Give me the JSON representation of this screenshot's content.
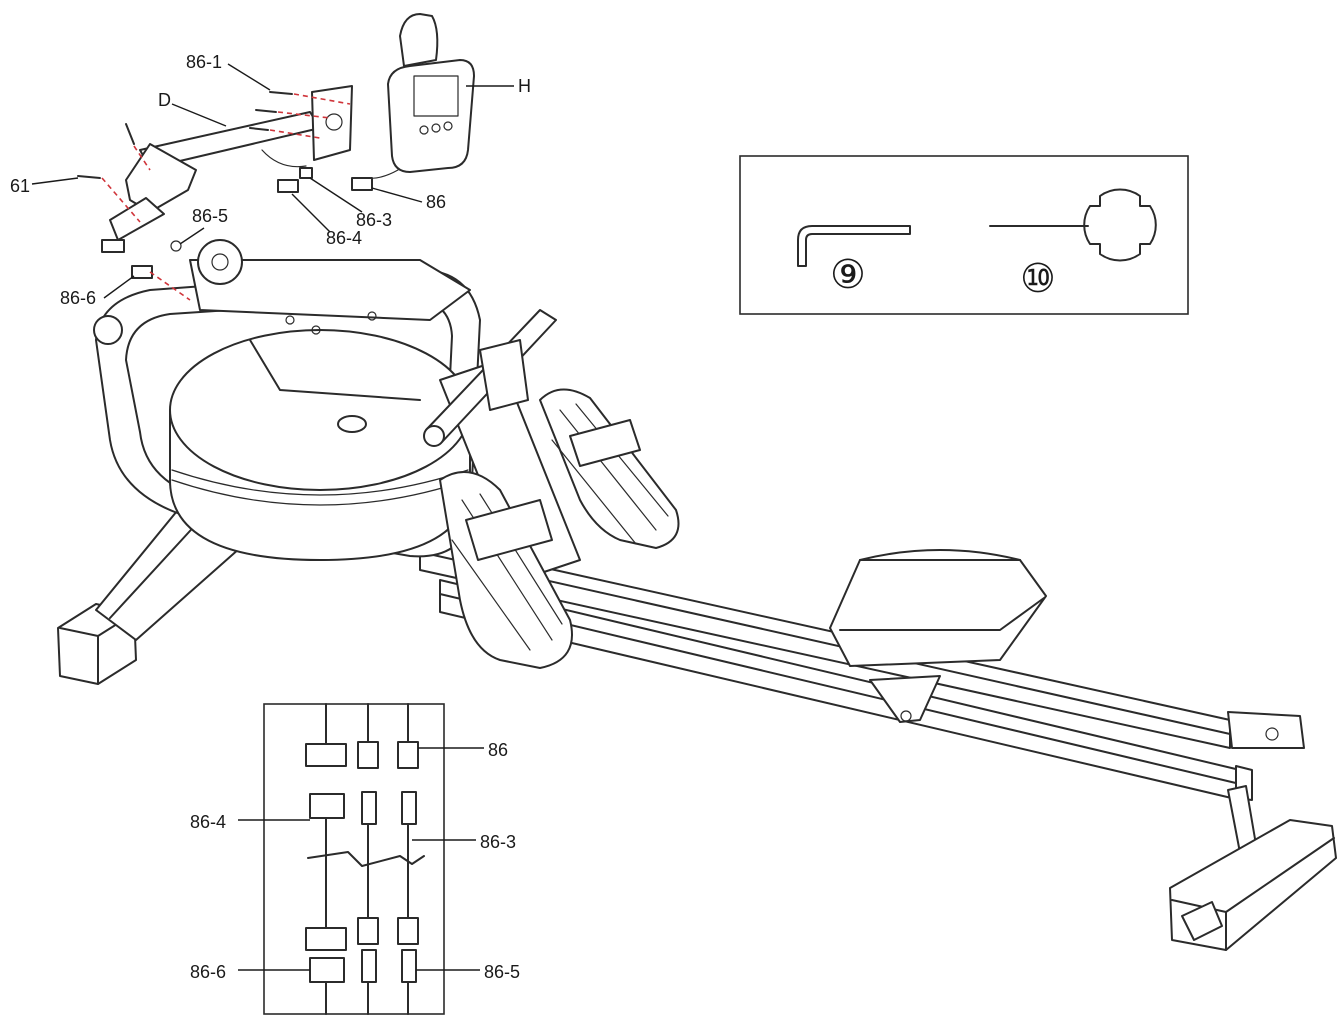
{
  "colors": {
    "line": "#2b2b2b",
    "assembly_dash": "#d0343a",
    "background": "#ffffff"
  },
  "callouts": {
    "monitor": "H",
    "bracket": "D",
    "bolt_top": "86-1",
    "bolt_side": "61",
    "sensor_wire": "86-5",
    "connector_lower": "86-6",
    "connector_upper": "86-4",
    "wire_mid": "86-3",
    "monitor_cable": "86"
  },
  "tools": {
    "allen_key": "⑨",
    "spanner": "⑩"
  },
  "wiring_detail": {
    "top_plug": "86",
    "upper_socket": "86-4",
    "middle_wire": "86-3",
    "lower_socket": "86-6",
    "lower_plug": "86-5"
  }
}
